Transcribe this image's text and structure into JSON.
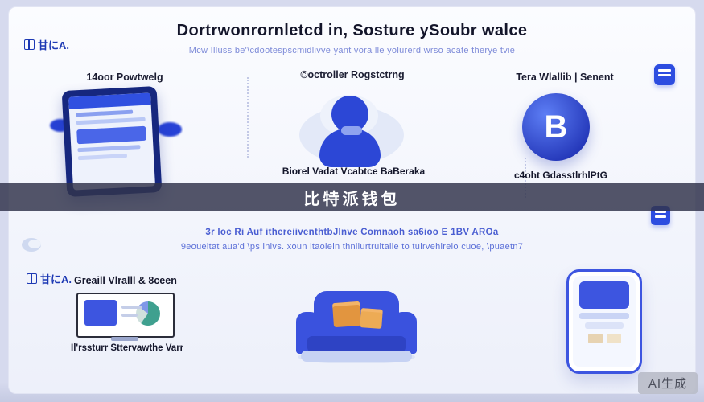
{
  "header": {
    "brand": "甘にA.",
    "title": "Dortrwonrornletcd in, Sosture ySoubr walce",
    "subtitle": "Mcw Illuss be'\\cdootespscmidlivve yant vora lle yolurerd wrso acate therye tvie"
  },
  "top_features": [
    {
      "label": "14oor Powtwelg",
      "caption": ""
    },
    {
      "label": "©octroller Rogstctrng",
      "caption": "Biorel Vadat Vcabtce BaBeraka"
    },
    {
      "label": "Tera Wlallib | Senent",
      "caption": "c4oht GdasstlrhlPtG",
      "badge_letter": "B"
    }
  ],
  "banner": {
    "text": "比特派钱包"
  },
  "mid_section": {
    "line1": "3r loc Ri Auf ithereiiventhtbJlnve Comnaoh sa6ioo E 1BV AROa",
    "line2": "9eoueltat aua'd \\ps inlvs. xoun ltaoleln thnliurtrultalle to tuirvehlreio cuoe, \\puaetn7"
  },
  "bottom_section": {
    "brand": "甘にA.",
    "left_label": "Greaill Vlralll & 8ceen",
    "left_caption": "Il'rssturr Sttervawthe Varr"
  },
  "watermark": "AI生成",
  "icons": {
    "side_top": "document-icon",
    "side_bottom": "copy-icon",
    "mid_left": "moon-icon",
    "brand": "grid-icon"
  },
  "colors": {
    "accent_blue": "#2d4de0",
    "deep_navy": "#16277e",
    "banner_bg": "#34364f",
    "text_blue": "#4a5ed2",
    "orange": "#e2953f",
    "teal": "#3fa08f",
    "background": "#d6daee"
  }
}
